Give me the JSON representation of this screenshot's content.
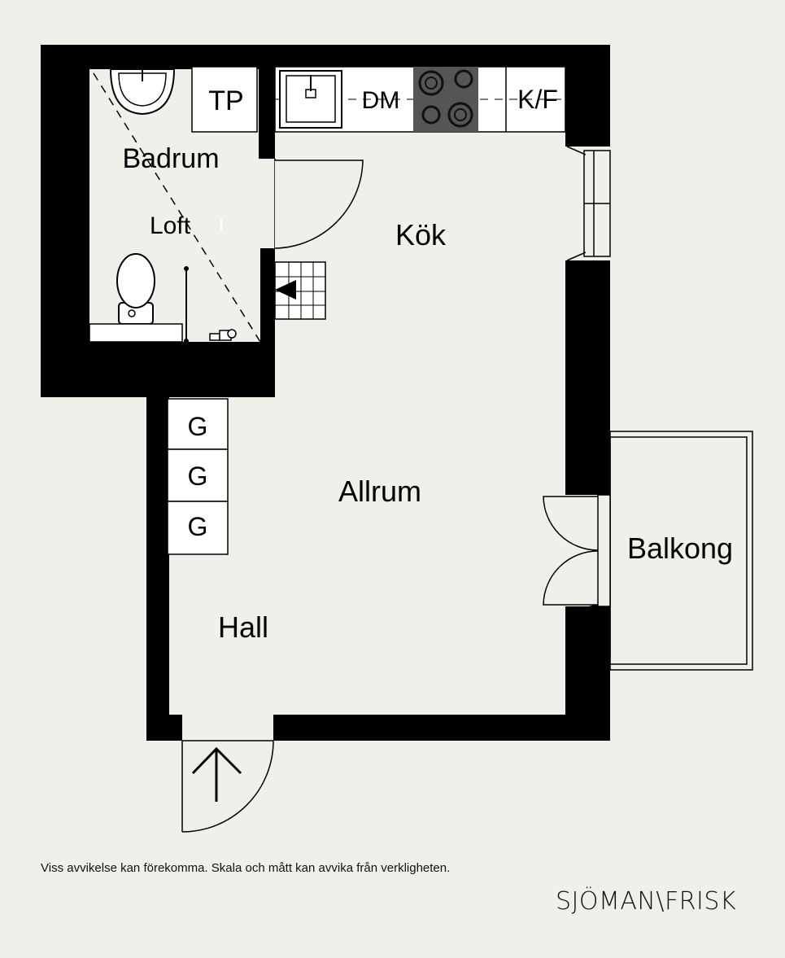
{
  "rooms": {
    "badrum": "Badrum",
    "loft": "Loft",
    "kok": "Kök",
    "allrum": "Allrum",
    "hall": "Hall",
    "balkong": "Balkong"
  },
  "appliances": {
    "tp": "TP",
    "dm": "DM",
    "kf": "K/F",
    "g1": "G",
    "g2": "G",
    "g3": "G"
  },
  "footer": {
    "disclaimer": "Viss avvikelse kan förekomma. Skala och mått kan avvika från verkligheten.",
    "brand": "SJÖMAN\\FRISK"
  },
  "colors": {
    "background": "#f0f0eb",
    "wall": "#000000",
    "floor": "#f0f0eb",
    "stove": "#555555"
  }
}
